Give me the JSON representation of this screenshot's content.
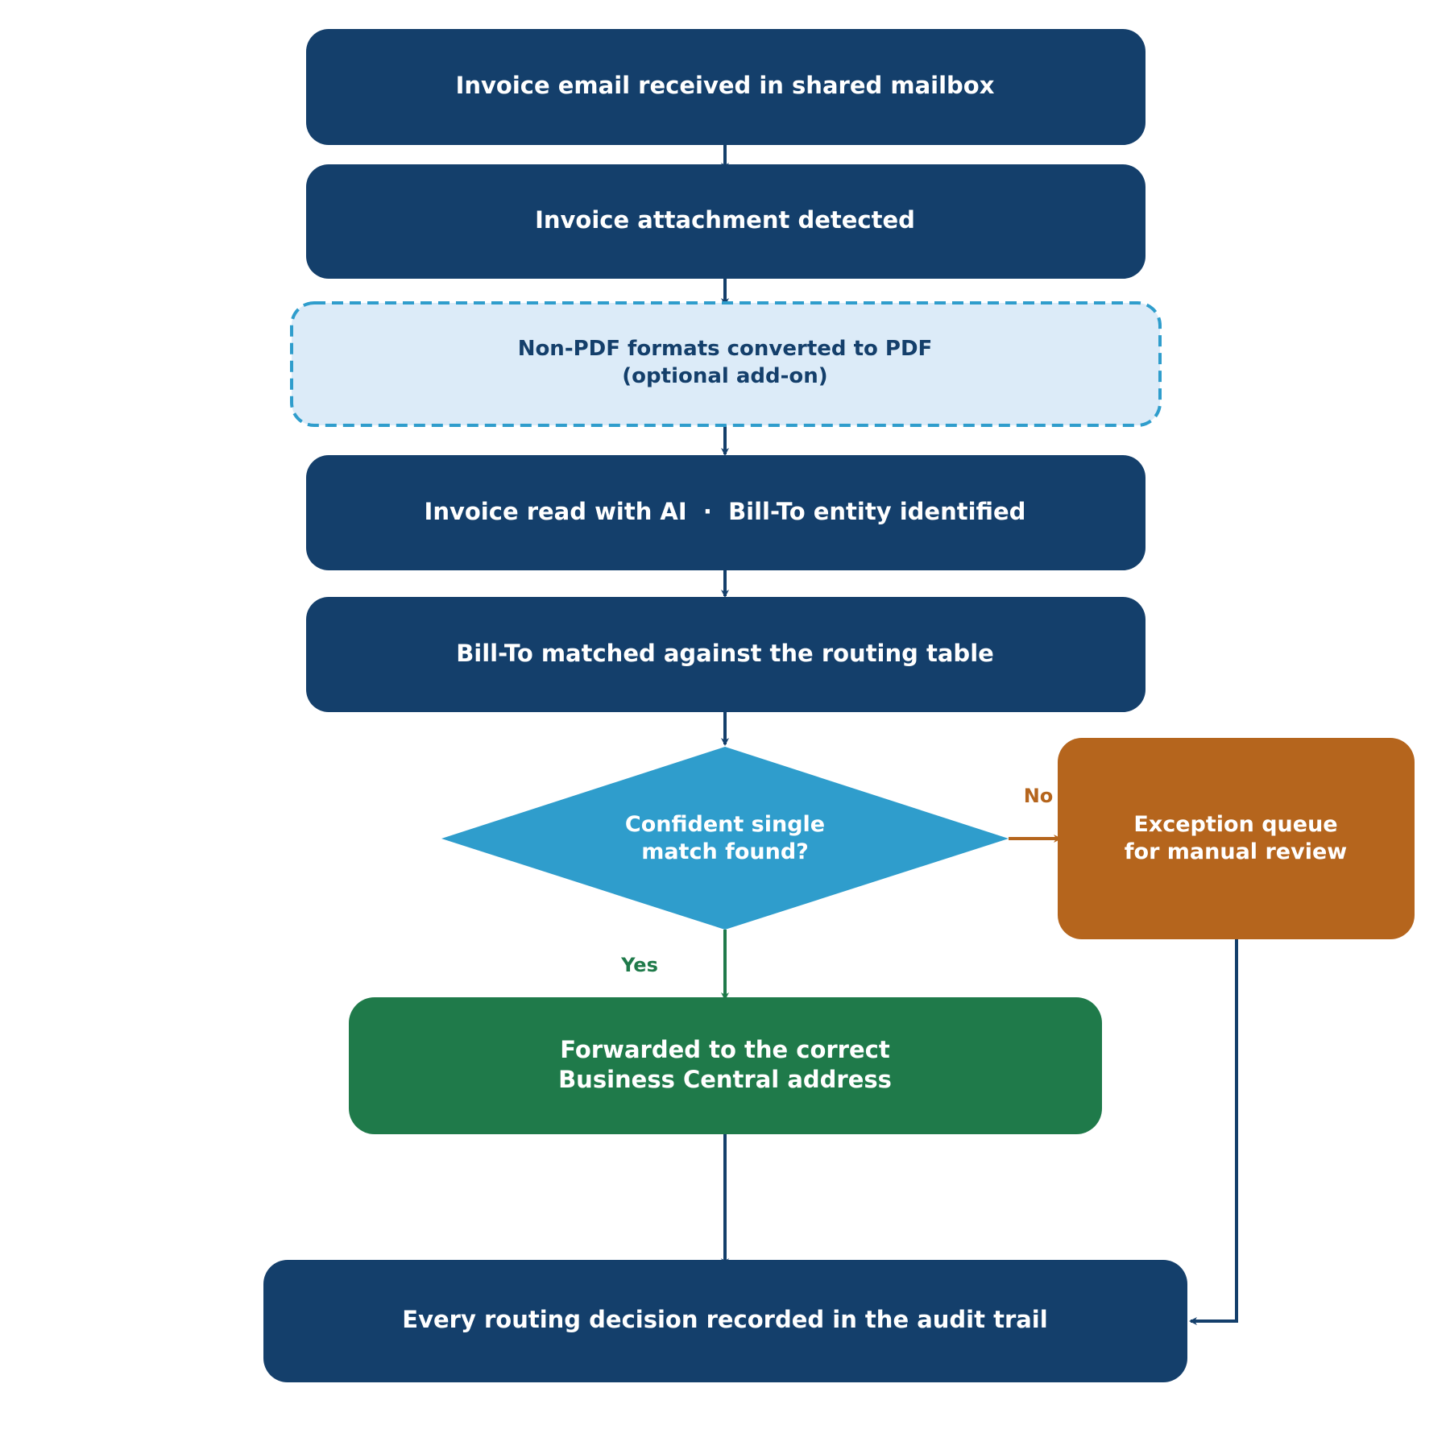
{
  "colors": {
    "navy": "#143f6b",
    "optional_fill": "#dcebf8",
    "optional_border": "#2f9dcc",
    "decision_fill": "#2f9dcc",
    "success_green": "#1f7a4a",
    "exception_orange": "#b5651d",
    "white": "#ffffff"
  },
  "nodes": {
    "email_received": {
      "lines": [
        "Invoice email received in shared mailbox"
      ]
    },
    "attachment_detected": {
      "lines": [
        "Invoice attachment detected"
      ]
    },
    "pdf_conversion": {
      "lines": [
        "Non-PDF formats converted to PDF",
        "(optional add-on)"
      ]
    },
    "ai_read": {
      "lines": [
        "Invoice read with AI  ·  Bill-To entity identified"
      ]
    },
    "routing_match": {
      "lines": [
        "Bill-To matched against the routing table"
      ]
    },
    "decision": {
      "lines": [
        "Confident single",
        "match found?"
      ]
    },
    "exception_queue": {
      "lines": [
        "Exception queue",
        "for manual review"
      ]
    },
    "forwarded": {
      "lines": [
        "Forwarded to the correct",
        "Business Central address"
      ]
    },
    "audit_trail": {
      "lines": [
        "Every routing decision recorded in the audit trail"
      ]
    }
  },
  "edge_labels": {
    "yes": "Yes",
    "no": "No"
  }
}
